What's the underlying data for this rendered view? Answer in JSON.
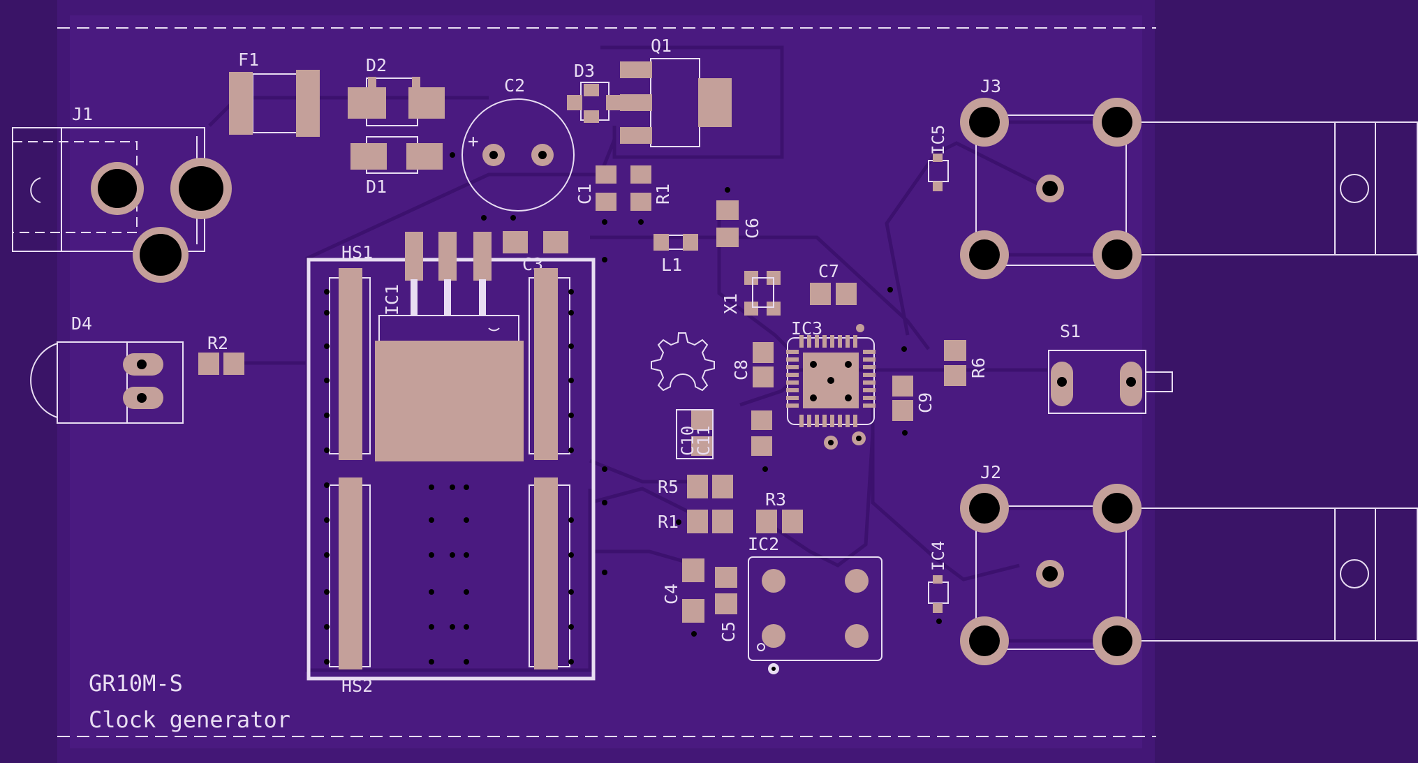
{
  "board": {
    "title_line1": "GR10M-S",
    "title_line2": "Clock generator"
  },
  "colors": {
    "outside": "#3a1467",
    "board": "#4a1a80",
    "trace": "#3c116e",
    "pad": "#c4a09a",
    "silkscreen": "#e8ddf2",
    "drill": "#000000"
  },
  "designators": {
    "F1": "F1",
    "J1": "J1",
    "D1": "D1",
    "D2": "D2",
    "D3": "D3",
    "D4": "D4",
    "C1": "C1",
    "C2": "C2",
    "C3": "C3",
    "C4": "C4",
    "C5": "C5",
    "C6": "C6",
    "C7": "C7",
    "C8": "C8",
    "C9": "C9",
    "C10": "C10",
    "C11": "C11",
    "Q1": "Q1",
    "R1a": "R1",
    "R1b": "R1",
    "R2": "R2",
    "R3": "R3",
    "R5": "R5",
    "R6": "R6",
    "L1": "L1",
    "HS1": "HS1",
    "HS2": "HS2",
    "IC1": "IC1",
    "IC2": "IC2",
    "IC3": "IC3",
    "IC4": "IC4",
    "IC5": "IC5",
    "J2": "J2",
    "J3": "J3",
    "X1": "X1",
    "S1": "S1",
    "plus": "+"
  },
  "icons": {
    "logo": "open-hardware-gear-icon"
  }
}
